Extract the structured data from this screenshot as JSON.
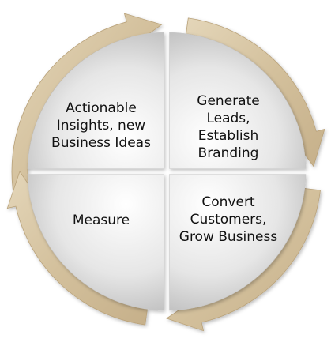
{
  "diagram": {
    "quadrants": [
      {
        "id": "top-left",
        "label": "Actionable\nInsights, new\nBusiness Ideas"
      },
      {
        "id": "top-right",
        "label": "Generate\nLeads,\nEstablish\nBranding"
      },
      {
        "id": "bottom-right",
        "label": "Convert\nCustomers,\nGrow Business"
      },
      {
        "id": "bottom-left",
        "label": "Measure"
      }
    ],
    "colors": {
      "arrow_ring": "#d8c7a6",
      "arrow_ring_dark": "#b9a27a",
      "quadrant_light": "#ffffff",
      "quadrant_dark": "#b4b4b4",
      "text": "#111111"
    },
    "arrow_direction": "clockwise"
  }
}
